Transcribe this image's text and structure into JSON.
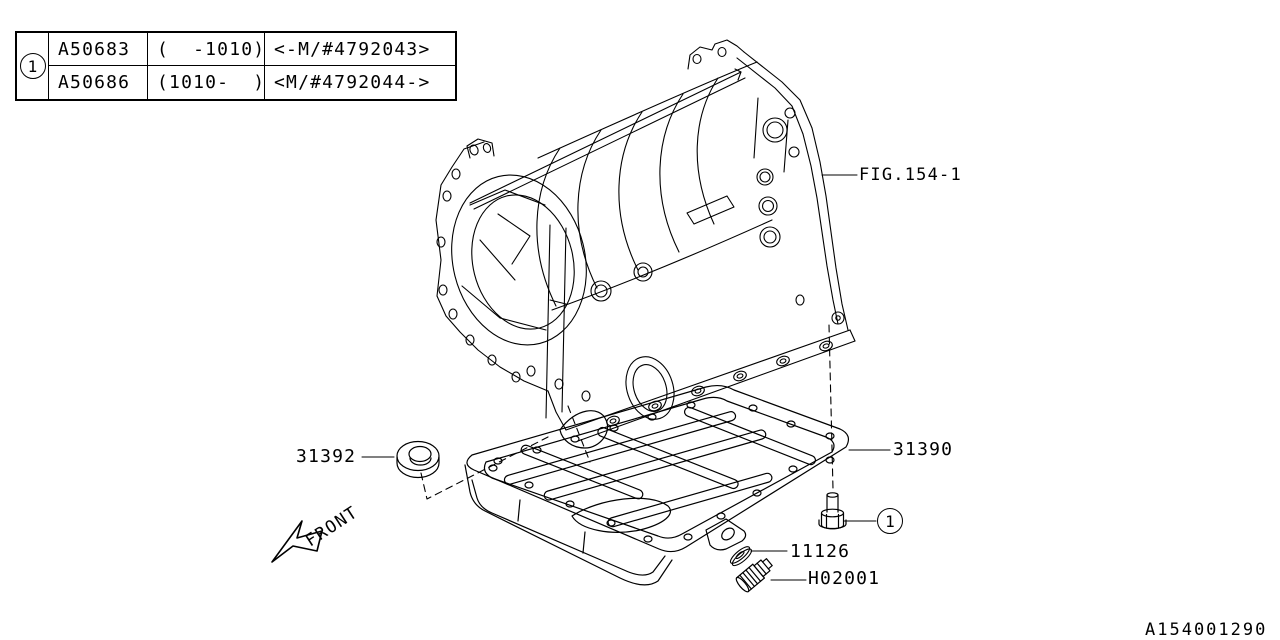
{
  "table": {
    "callout": "1",
    "rows": [
      {
        "part_no": "A50683",
        "applicability": "(  -1010)",
        "model_range": "<-M/#4792043>"
      },
      {
        "part_no": "A50686",
        "applicability": "(1010-  )",
        "model_range": "<M/#4792044->"
      }
    ]
  },
  "labels": {
    "figure_ref": "FIG.154-1",
    "part_seal_ring": "31392",
    "part_oil_pan": "31390",
    "part_gasket": "11126",
    "part_drain_plug": "H02001",
    "front_indicator": "FRONT",
    "bolt_callout": "1"
  },
  "footer": {
    "drawing_id": "A154001290"
  },
  "colors": {
    "line": "#000000",
    "background": "#ffffff"
  }
}
